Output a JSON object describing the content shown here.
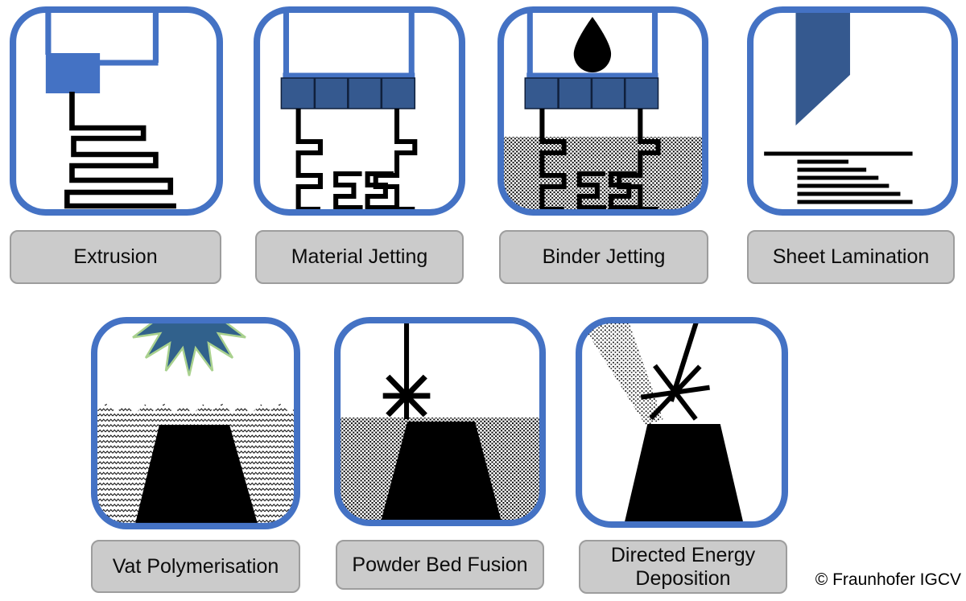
{
  "figure": {
    "description": "Seven additive manufacturing process category icons with labels"
  },
  "processes": [
    {
      "id": "extrusion",
      "label": "Extrusion"
    },
    {
      "id": "material-jetting",
      "label": "Material Jetting"
    },
    {
      "id": "binder-jetting",
      "label": "Binder Jetting"
    },
    {
      "id": "sheet-lamination",
      "label": "Sheet Lamination"
    },
    {
      "id": "vat-polymerisation",
      "label": "Vat Polymerisation"
    },
    {
      "id": "powder-bed-fusion",
      "label": "Powder Bed Fusion"
    },
    {
      "id": "directed-energy-deposition",
      "label": "Directed Energy Deposition"
    }
  ],
  "footer": {
    "copyright": "© Fraunhofer IGCV"
  },
  "colors": {
    "tile_border": "#4472C4",
    "head_fill": "#35598F",
    "sun_fill": "#31618C",
    "sun_outline": "#A9D18E",
    "label_bg": "#CBCBCB",
    "label_border": "#9D9D9D",
    "ink": "#000000",
    "canvas_bg": "#FFFFFF"
  }
}
